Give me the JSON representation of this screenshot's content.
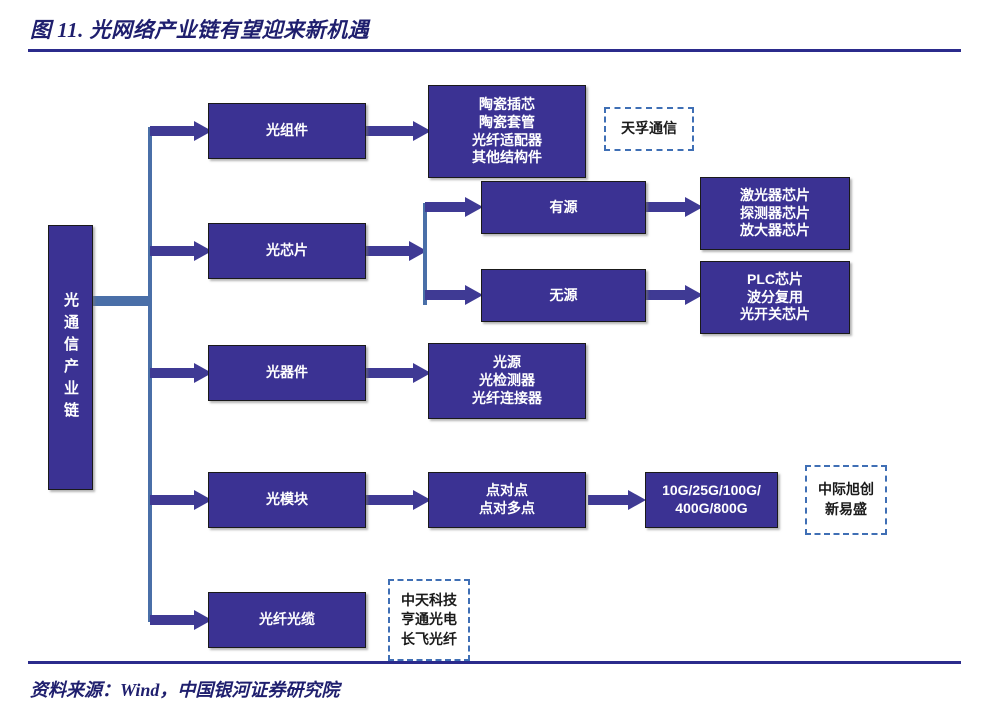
{
  "header": {
    "title": "图 11. 光网络产业链有望迎来新机遇"
  },
  "footer": {
    "source": "资料来源：Wind，中国银河证券研究院"
  },
  "colors": {
    "box_fill": "#3b3293",
    "box_text": "#ffffff",
    "dashed_border": "#3f6fb5",
    "dashed_text": "#1a1a1a",
    "connector": "#4a6fa8",
    "rule": "#2b2b8c",
    "title_text": "#1f1f6e"
  },
  "diagram": {
    "type": "flow",
    "root": {
      "label": "光通信产业链",
      "orientation": "vertical"
    },
    "branches": [
      {
        "id": "guangzujian",
        "level1": "光组件",
        "level2": "陶瓷插芯\n陶瓷套管\n光纤适配器\n其他结构件",
        "companies": "天孚通信"
      },
      {
        "id": "guangxinpian",
        "level1": "光芯片",
        "sub": [
          {
            "label": "有源",
            "detail": "激光器芯片\n探测器芯片\n放大器芯片"
          },
          {
            "label": "无源",
            "detail": "PLC芯片\n波分复用\n光开关芯片"
          }
        ]
      },
      {
        "id": "guangqijian",
        "level1": "光器件",
        "level2": "光源\n光检测器\n光纤连接器"
      },
      {
        "id": "guangmokuai",
        "level1": "光模块",
        "level2": "点对点\n点对多点",
        "level3": "10G/25G/100G/\n400G/800G",
        "companies": "中际旭创\n新易盛"
      },
      {
        "id": "guangxianguanglan",
        "level1": "光纤光缆",
        "companies": "中天科技\n亨通光电\n长飞光纤"
      }
    ]
  }
}
